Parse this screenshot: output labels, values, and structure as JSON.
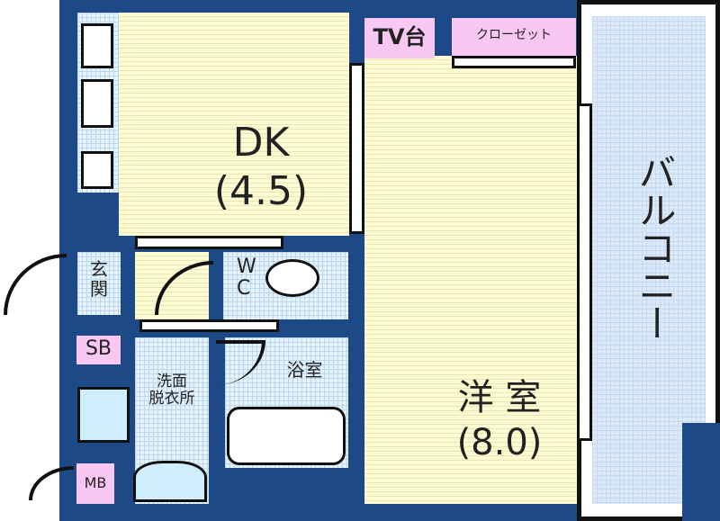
{
  "rooms": {
    "dk": {
      "name": "DK",
      "size": "(4.5)"
    },
    "western": {
      "name": "洋 室",
      "size": "(8.0)"
    },
    "balcony": {
      "name": "バルコニー"
    },
    "entrance": {
      "name": "玄\n関"
    },
    "wc": {
      "name": "W\nC"
    },
    "bath": {
      "name": "浴室"
    },
    "washroom": {
      "name": "洗面\n脱衣所"
    }
  },
  "storage": {
    "tv": "TV台",
    "closet": "クローゼット",
    "sb": "SB",
    "mb": "MB"
  },
  "colors": {
    "wall": "#1d4a86",
    "floor_wood": "#fdfbd2",
    "floor_tile": "#e6f3fb",
    "storage": "#f8c8f2",
    "balcony": "#dbe9f8"
  }
}
